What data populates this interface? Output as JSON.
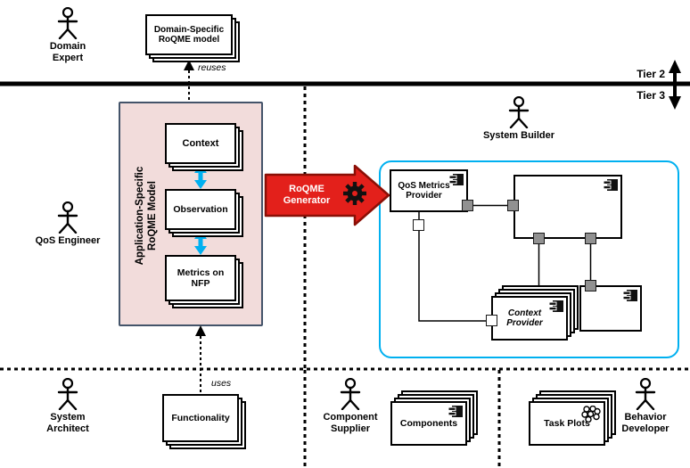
{
  "tiers": {
    "tier2": "Tier 2",
    "tier3": "Tier 3"
  },
  "actors": {
    "domain_expert": "Domain Expert",
    "qos_engineer": "QoS Engineer",
    "system_builder": "System Builder",
    "system_architect": "System Architect",
    "component_supplier": "Component Supplier",
    "behavior_developer": "Behavior Developer"
  },
  "models": {
    "domain_specific": "Domain-Specific RoQME model",
    "app_specific": "Application-Specific RoQME Model",
    "context": "Context",
    "observation": "Observation",
    "metrics_nfp": "Metrics on NFP",
    "functionality": "Functionality"
  },
  "generator": {
    "label": "RoQME Generator"
  },
  "components": {
    "qos_metrics_provider": "QoS Metrics Provider",
    "context_provider": "Context Provider",
    "components": "Components",
    "task_plots": "Task Plots"
  },
  "edges": {
    "reuses": "reuses",
    "uses": "uses"
  },
  "colors": {
    "arrow_red": "#e3201b",
    "arrow_red_border": "#8b0f06",
    "system_cyan": "#00b0f0",
    "model_pink": "#f2dcdb",
    "container_border": "#44546a",
    "port_gray": "#919191"
  }
}
